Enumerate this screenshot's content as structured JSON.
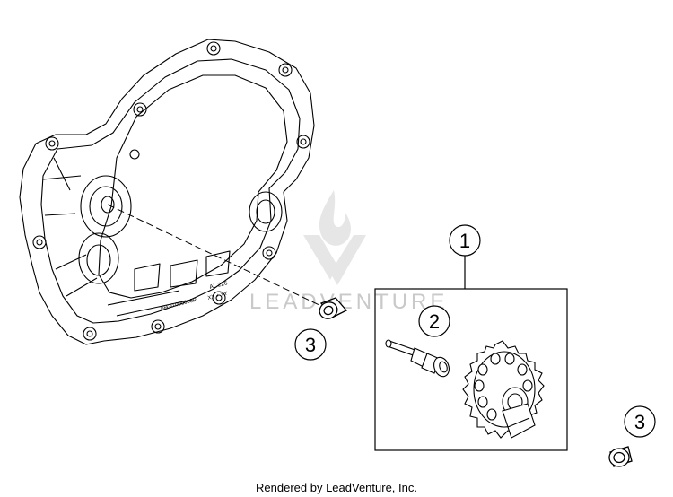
{
  "callouts": [
    {
      "id": "1",
      "label": "1"
    },
    {
      "id": "2",
      "label": "2"
    },
    {
      "id": "3a",
      "label": "3"
    },
    {
      "id": "3b",
      "label": "3"
    }
  ],
  "casting_marks": {
    "line1": "AL  226",
    "line2": "79430.000000R",
    "line3": "XX + YY"
  },
  "watermark": {
    "brand": "LEADVENTURE"
  },
  "footer": {
    "credit": "Rendered by LeadVenture, Inc."
  },
  "colors": {
    "line": "#000000",
    "watermark": "#c9c9c9",
    "part_fill": "#ffffff"
  }
}
